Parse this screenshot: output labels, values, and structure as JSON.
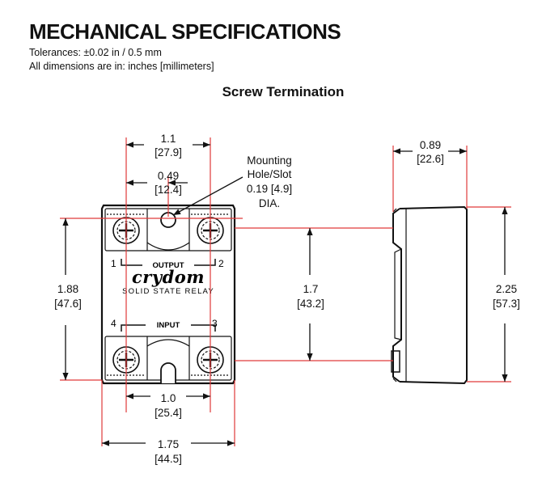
{
  "header": {
    "title": "MECHANICAL SPECIFICATIONS",
    "tolerances": "Tolerances: ±0.02 in / 0.5 mm",
    "units_note": "All dimensions are in: inches [millimeters]",
    "section": "Screw Termination"
  },
  "relay": {
    "brand": "crydom",
    "subtitle": "SOLID STATE RELAY",
    "output_label": "OUTPUT",
    "input_label": "INPUT",
    "terminals": [
      "1",
      "2",
      "3",
      "4"
    ]
  },
  "dimensions": {
    "top_spacing": {
      "in": "1.1",
      "mm": "[27.9]"
    },
    "hole_offset": {
      "in": "0.49",
      "mm": "[12.4]"
    },
    "mounting_hole": {
      "line1": "Mounting",
      "line2": "Hole/Slot",
      "line3": "0.19 [4.9]",
      "line4": "DIA."
    },
    "left_height": {
      "in": "1.88",
      "mm": "[47.6]"
    },
    "hole_spacing": {
      "in": "1.7",
      "mm": "[43.2]"
    },
    "bottom_spacing": {
      "in": "1.0",
      "mm": "[25.4]"
    },
    "overall_width": {
      "in": "1.75",
      "mm": "[44.5]"
    },
    "side_depth": {
      "in": "0.89",
      "mm": "[22.6]"
    },
    "side_height": {
      "in": "2.25",
      "mm": "[57.3]"
    }
  },
  "colors": {
    "dimension_line": "#e03a3a",
    "outline": "#111111"
  }
}
